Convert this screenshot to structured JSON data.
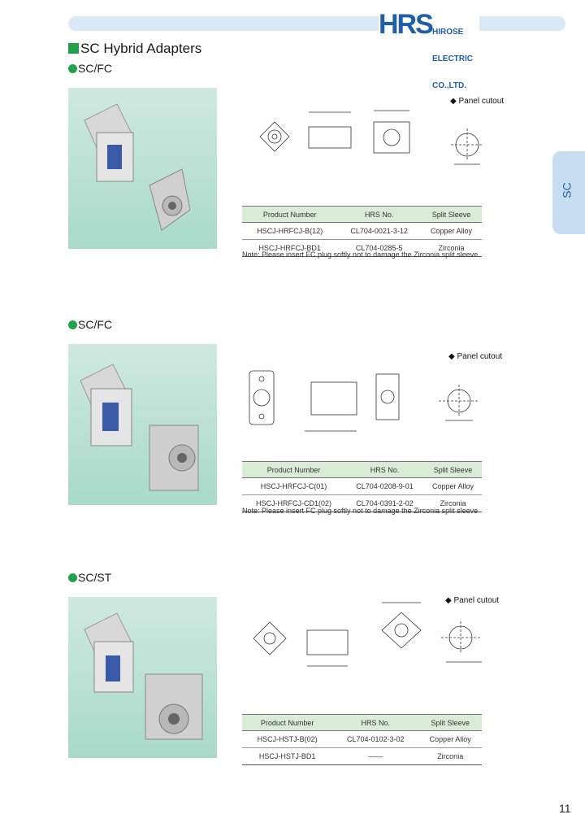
{
  "header": {
    "logo_mark": "HRS",
    "logo_line1": "HIROSE",
    "logo_line2": "ELECTRIC",
    "logo_line3": "CO.,LTD."
  },
  "page_title": "SC Hybrid Adapters",
  "side_tab": "SC",
  "page_number": "11",
  "panel_cutout_label": "Panel cutout",
  "table_headers": [
    "Product Number",
    "HRS No.",
    "Split Sleeve"
  ],
  "sections": [
    {
      "heading": "SC/FC",
      "rows": [
        [
          "HSCJ-HRFCJ-B(12)",
          "CL704-0021-3-12",
          "Copper Alloy"
        ],
        [
          "HSCJ-HRFCJ-BD1",
          "CL704-0285-5",
          "Zirconia"
        ]
      ],
      "note": "Note: Please insert FC plug softly not to damage the Zirconia split sleeve"
    },
    {
      "heading": "SC/FC",
      "rows": [
        [
          "HSCJ-HRFCJ-C(01)",
          "CL704-0208-9-01",
          "Copper Alloy"
        ],
        [
          "HSCJ-HRFCJ-CD1(02)",
          "CL704-0391-2-02",
          "Zirconia"
        ]
      ],
      "note": "Note: Please insert FC plug softly not to damage the Zirconia split sleeve"
    },
    {
      "heading": "SC/ST",
      "rows": [
        [
          "HSCJ-HSTJ-B(02)",
          "CL704-0102-3-02",
          "Copper Alloy"
        ],
        [
          "HSCJ-HSTJ-BD1",
          "——",
          "Zirconia"
        ]
      ]
    }
  ],
  "colors": {
    "brand_blue": "#1f5ea8",
    "accent_green": "#22a14a",
    "table_header_bg": "#d9ecd6",
    "photo_bg": "#b5dfd0",
    "tab_bg": "#c9ddf2"
  }
}
